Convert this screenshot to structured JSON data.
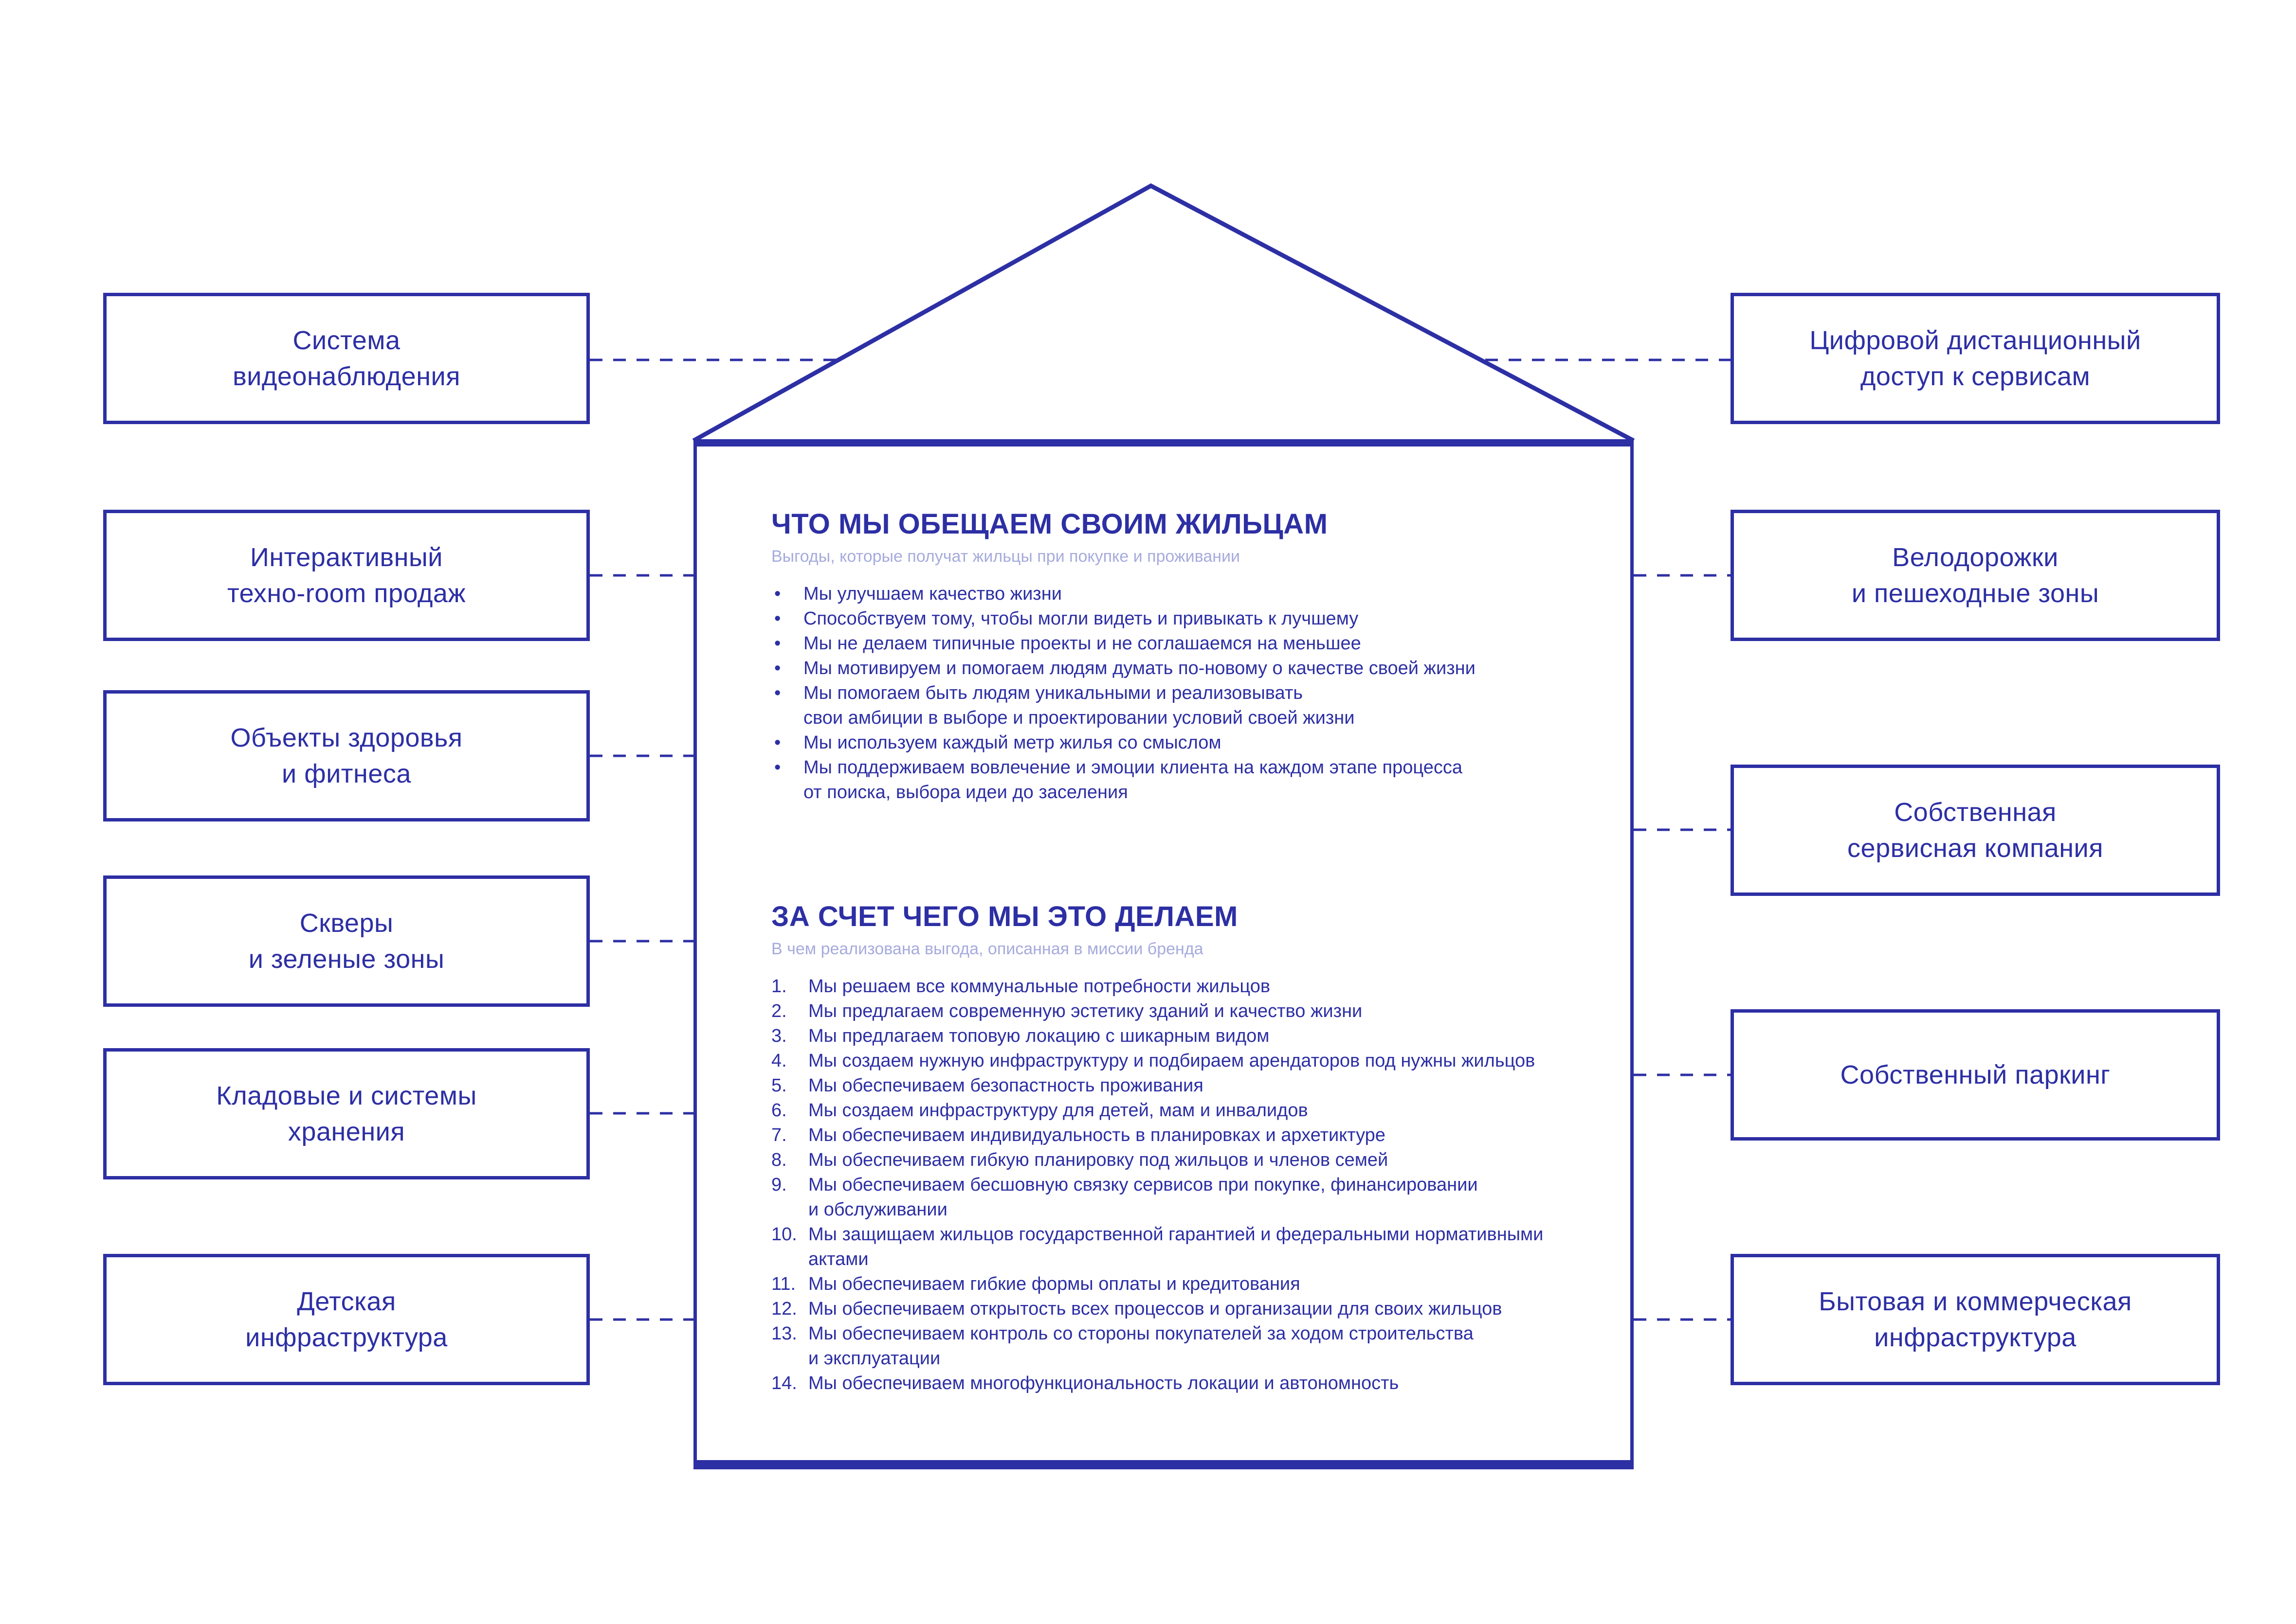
{
  "colors": {
    "primary": "#2D2FA4",
    "muted": "#A6ABDC",
    "background": "#FFFFFF"
  },
  "left_boxes": [
    {
      "label": "Система\nвидеонаблюдения"
    },
    {
      "label": "Интерактивный\nтехно-room продаж"
    },
    {
      "label": "Объекты здоровья\nи фитнеса"
    },
    {
      "label": "Скверы\nи зеленые зоны"
    },
    {
      "label": "Кладовые и системы\nхранения"
    },
    {
      "label": "Детская\nинфраструктура"
    }
  ],
  "right_boxes": [
    {
      "label": "Цифровой дистанционный\nдоступ к сервисам"
    },
    {
      "label": "Велодорожки\nи пешеходные зоны"
    },
    {
      "label": "Собственная\nсервисная компания"
    },
    {
      "label": "Собственный паркинг"
    },
    {
      "label": "Бытовая и коммерческая\nинфраструктура"
    }
  ],
  "house": {
    "promises": {
      "title": "ЧТО МЫ ОБЕЩАЕМ СВОИМ ЖИЛЬЦАМ",
      "subtitle": "Выгоды, которые получат жильцы при покупке и проживании",
      "bullets": [
        "Мы улучшаем качество жизни",
        "Способствуем тому, чтобы могли видеть и привыкать к лучшему",
        "Мы не делаем типичные проекты и не соглашаемся на меньшее",
        "Мы мотивируем и помогаем людям думать по-новому о качестве своей жизни",
        "Мы помогаем быть людям уникальными и реализовывать\nсвои амбиции в выборе и проектировании условий своей жизни",
        "Мы используем каждый метр жилья со смыслом",
        "Мы поддерживаем вовлечение и эмоции клиента на каждом этапе процесса\nот поиска, выбора идеи до заселения"
      ]
    },
    "reasons": {
      "title": "ЗА СЧЕТ ЧЕГО МЫ ЭТО ДЕЛАЕМ",
      "subtitle": "В чем реализована выгода, описанная в миссии бренда",
      "items": [
        "Мы решаем все коммунальные потребности жильцов",
        "Мы предлагаем современную эстетику зданий и качество жизни",
        "Мы предлагаем топовую локацию с шикарным видом",
        "Мы создаем нужную инфраструктуру и подбираем арендаторов под нужны жильцов",
        "Мы обеспечиваем безопастность проживания",
        "Мы создаем инфраструктуру для детей, мам и инвалидов",
        "Мы обеспечиваем индивидуальность в планировках и архетиктуре",
        "Мы обеспечиваем гибкую планировку под жильцов и членов семей",
        "Мы обеспечиваем бесшовную связку сервисов при покупке, финансировании\nи обслуживании",
        "Мы защищаем жильцов государственной гарантией и федеральными нормативными\nактами",
        "Мы обеспечиваем гибкие формы оплаты и кредитования",
        "Мы обеспечиваем открытость всех процессов и организации для своих жильцов",
        "Мы обеспечиваем контроль со стороны покупателей за ходом строительства\nи эксплуатации",
        "Мы обеспечиваем многофункциональность локации и автономность"
      ]
    }
  }
}
